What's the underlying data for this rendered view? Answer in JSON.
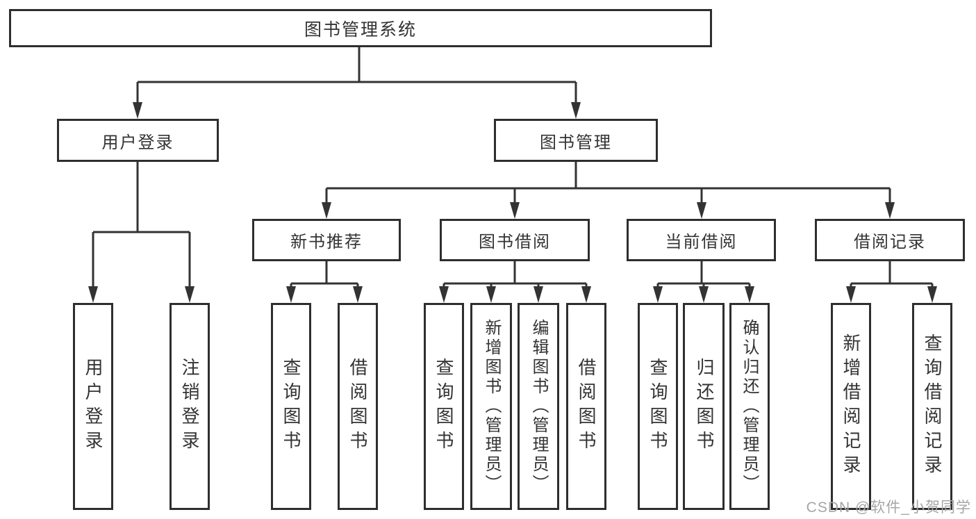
{
  "tree": {
    "root": {
      "label": "图书管理系统",
      "children": [
        {
          "label": "用户登录",
          "children": [
            {
              "label": "用户登录"
            },
            {
              "label": "注销登录"
            }
          ]
        },
        {
          "label": "图书管理",
          "children": [
            {
              "label": "新书推荐",
              "children": [
                {
                  "label": "查询图书"
                },
                {
                  "label": "借阅图书"
                }
              ]
            },
            {
              "label": "图书借阅",
              "children": [
                {
                  "label": "查询图书"
                },
                {
                  "label": "新增图书（管理员）"
                },
                {
                  "label": "编辑图书（管理员）"
                },
                {
                  "label": "借阅图书"
                }
              ]
            },
            {
              "label": "当前借阅",
              "children": [
                {
                  "label": "查询图书"
                },
                {
                  "label": "归还图书"
                },
                {
                  "label": "确认归还（管理员）"
                }
              ]
            },
            {
              "label": "借阅记录",
              "children": [
                {
                  "label": "新增借阅记录"
                },
                {
                  "label": "查询借阅记录"
                }
              ]
            }
          ]
        }
      ]
    }
  },
  "watermark": {
    "text": "CSDN @软件_小贺同学"
  },
  "colors": {
    "line": "#333333",
    "box_border": "#2e2e2e",
    "text": "#333333",
    "watermark": "#a6a6a6",
    "background": "#ffffff"
  }
}
